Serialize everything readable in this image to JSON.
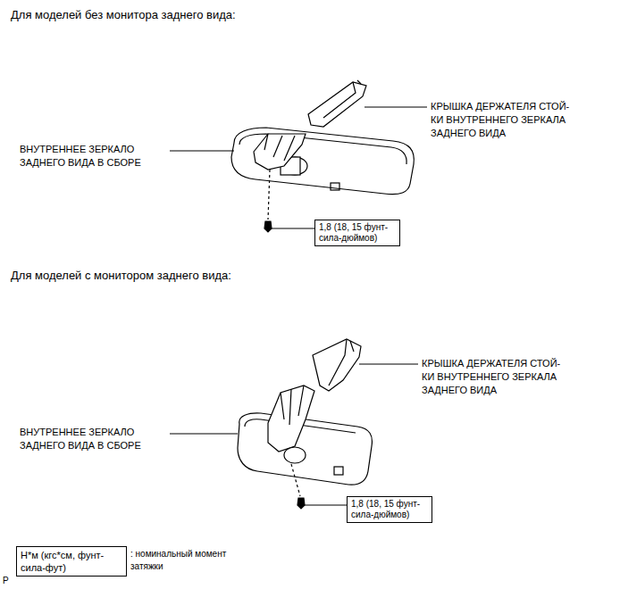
{
  "diagram": {
    "nodes": [
      {
        "text": [
          "1,8 (18, 15 фунт-сила-дюймов)"
        ]
      },
      {
        "text": [
          "1,8 (18, 15 фунт-сила-дюймов)"
        ]
      },
      {
        "text": [
          "Н*м (кгс*см, фунт-сила-фут)"
        ]
      }
    ],
    "labels": [
      "Для моделей без монитора заднего вида:",
      "КРЫШКА ДЕРЖАТЕЛЯ СТОЙ- КИ ВНУТРЕННЕГО ЗЕРКАЛА ЗАДНЕГО ВИДА",
      "ВНУТРЕННЕЕ ЗЕРКАЛО ЗАДНЕГО ВИДА В СБОРЕ",
      "Для моделей с монитором заднего вида:",
      "КРЫШКА ДЕРЖАТЕЛЯ СТОЙ- КИ ВНУТРЕННЕГО ЗЕРКАЛА ЗАДНЕГО ВИДА",
      "ВНУТРЕННЕЕ ЗЕРКАЛО ЗАДНЕГО ВИДА В СБОРЕ",
      ": номинальный момент затяжки",
      "P"
    ]
  }
}
